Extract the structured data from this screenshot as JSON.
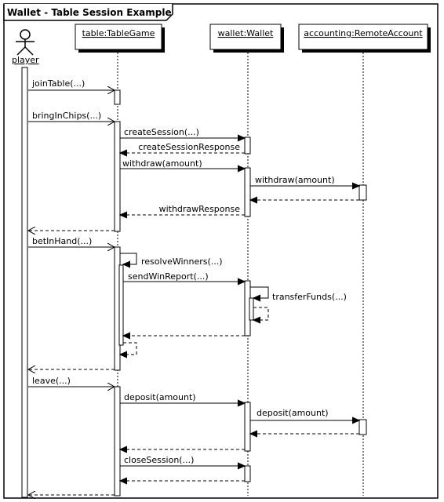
{
  "frame": {
    "title": "Wallet - Table Session Example"
  },
  "actor": {
    "label": "player"
  },
  "participants": [
    {
      "id": "table",
      "label": "table:TableGame"
    },
    {
      "id": "wallet",
      "label": "wallet:Wallet"
    },
    {
      "id": "accounting",
      "label": "accounting:RemoteAccount"
    }
  ],
  "messages": [
    {
      "label": "joinTable(...)",
      "from": "player",
      "to": "table",
      "kind": "call"
    },
    {
      "label": "bringInChips(...)",
      "from": "player",
      "to": "table",
      "kind": "call"
    },
    {
      "label": "createSession(...)",
      "from": "table",
      "to": "wallet",
      "kind": "call"
    },
    {
      "label": "createSessionResponse",
      "from": "wallet",
      "to": "table",
      "kind": "return"
    },
    {
      "label": "withdraw(amount)",
      "from": "table",
      "to": "wallet",
      "kind": "call"
    },
    {
      "label": "withdraw(amount)",
      "from": "wallet",
      "to": "accounting",
      "kind": "call"
    },
    {
      "label": "",
      "from": "accounting",
      "to": "wallet",
      "kind": "return"
    },
    {
      "label": "withdrawResponse",
      "from": "wallet",
      "to": "table",
      "kind": "return"
    },
    {
      "label": "",
      "from": "table",
      "to": "player",
      "kind": "return"
    },
    {
      "label": "betInHand(...)",
      "from": "player",
      "to": "table",
      "kind": "call"
    },
    {
      "label": "resolveWinners(...)",
      "from": "table",
      "to": "table",
      "kind": "self"
    },
    {
      "label": "sendWinReport(...)",
      "from": "table",
      "to": "wallet",
      "kind": "call"
    },
    {
      "label": "transferFunds(...)",
      "from": "wallet",
      "to": "wallet",
      "kind": "self"
    },
    {
      "label": "",
      "from": "wallet",
      "to": "table",
      "kind": "return"
    },
    {
      "label": "",
      "from": "table",
      "to": "player",
      "kind": "return"
    },
    {
      "label": "leave(...)",
      "from": "player",
      "to": "table",
      "kind": "call"
    },
    {
      "label": "deposit(amount)",
      "from": "table",
      "to": "wallet",
      "kind": "call"
    },
    {
      "label": "deposit(amount)",
      "from": "wallet",
      "to": "accounting",
      "kind": "call"
    },
    {
      "label": "",
      "from": "accounting",
      "to": "wallet",
      "kind": "return"
    },
    {
      "label": "",
      "from": "wallet",
      "to": "table",
      "kind": "return"
    },
    {
      "label": "closeSession(...)",
      "from": "table",
      "to": "wallet",
      "kind": "call"
    },
    {
      "label": "",
      "from": "wallet",
      "to": "table",
      "kind": "return"
    },
    {
      "label": "",
      "from": "table",
      "to": "player",
      "kind": "return"
    }
  ]
}
